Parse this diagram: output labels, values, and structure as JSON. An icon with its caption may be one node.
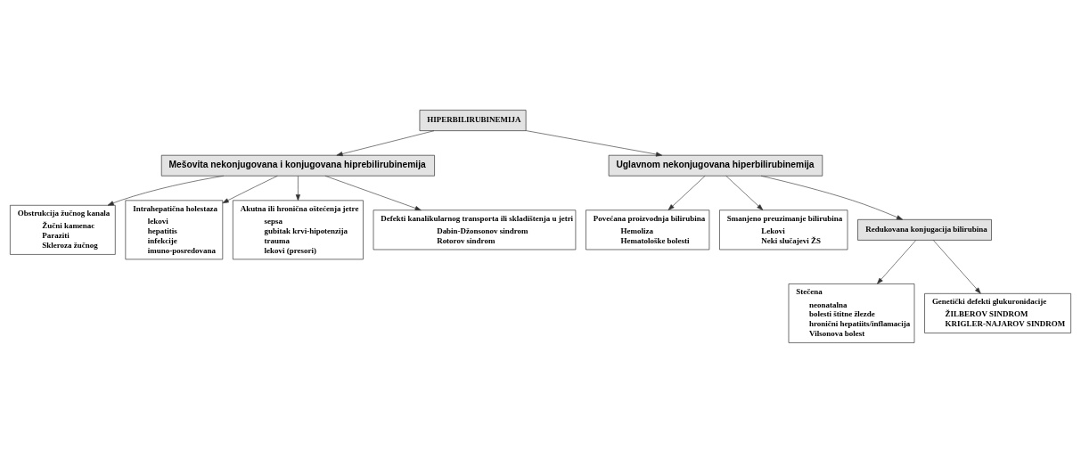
{
  "diagram": {
    "nodes": [
      {
        "text": [
          "HIPERBILIRUBINEMIJA"
        ]
      },
      {
        "text": [
          "Mešovita nekonjugovana i konjugovana hiprebilirubinemija"
        ]
      },
      {
        "text": [
          "Uglavnom nekonjugovana hiperbilirubinemija"
        ]
      },
      {
        "text": [
          "Obstrukcija žučnog kanala",
          "Žučni kamenac",
          "Paraziti",
          "Skleroza žučnog"
        ]
      },
      {
        "text": [
          "Intrahepatična holestaza",
          "lekovi",
          "hepatitis",
          "infekcije",
          "imuno-posredovana"
        ]
      },
      {
        "text": [
          "Akutna ili hronična oštećenja jetre",
          "sepsa",
          "gubitak krvi-hipotenzija",
          "trauma",
          "lekovi (presori)"
        ]
      },
      {
        "text": [
          "Defekti kanalikularnog transporta ili skladištenja u jetri",
          "Dabin-Džonsonov sindrom",
          "Rotorov sindrom"
        ]
      },
      {
        "text": [
          "Povećana proizvodnja bilirubina",
          "Hemoliza",
          "Hematološke bolesti"
        ]
      },
      {
        "text": [
          "Smanjeno preuzimanje bilirubina",
          "Lekovi",
          "Neki slučajevi ŽS"
        ]
      },
      {
        "text": [
          "Redukovana konjugacija bilirubina"
        ]
      },
      {
        "text": [
          "Stečena",
          "neonatalna",
          "bolesti štitne žlezde",
          "hronični hepatiits/inflamacija",
          "Vilsonova bolest"
        ]
      },
      {
        "text": [
          "Genetički defekti glukuronidacije",
          "ŽILBEROV SINDROM",
          "KRIGLER-NAJAROV SINDROM"
        ]
      }
    ],
    "edges": [
      {
        "from": 0,
        "to": 1,
        "arrow": "to"
      },
      {
        "from": 0,
        "to": 2,
        "arrow": "to"
      },
      {
        "from": 1,
        "to": 3,
        "arrow": "to"
      },
      {
        "from": 1,
        "to": 4,
        "arrow": "to"
      },
      {
        "from": 1,
        "to": 5,
        "arrow": "to"
      },
      {
        "from": 1,
        "to": 6,
        "arrow": "to"
      },
      {
        "from": 2,
        "to": 7,
        "arrow": "to"
      },
      {
        "from": 2,
        "to": 8,
        "arrow": "to"
      },
      {
        "from": 2,
        "to": 9,
        "arrow": "to"
      },
      {
        "from": 9,
        "to": 10,
        "arrow": "to"
      },
      {
        "from": 9,
        "to": 11,
        "arrow": "to"
      }
    ]
  }
}
